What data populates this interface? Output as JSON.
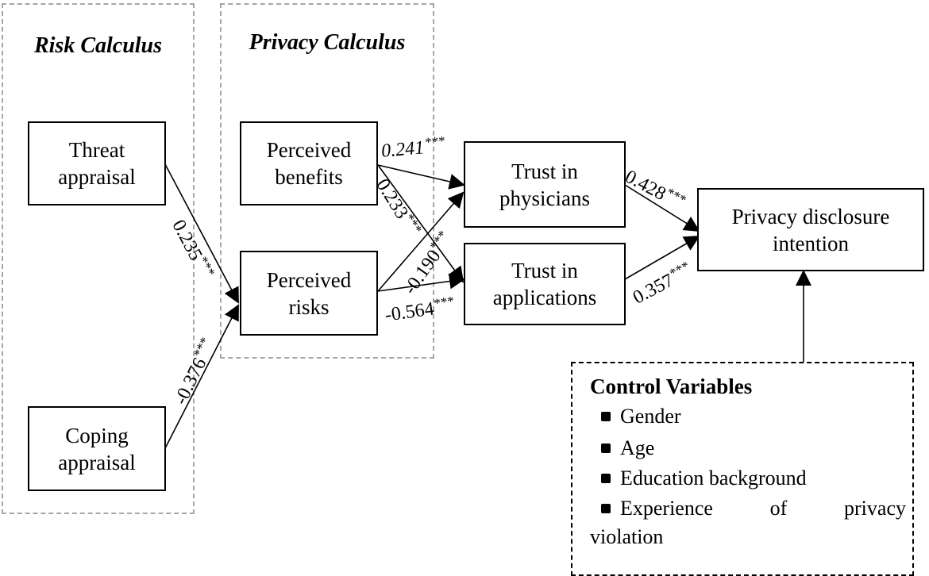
{
  "groups": {
    "risk_calculus": "Risk Calculus",
    "privacy_calculus": "Privacy Calculus"
  },
  "nodes": {
    "threat": [
      "Threat",
      "appraisal"
    ],
    "coping": [
      "Coping",
      "appraisal"
    ],
    "benefits": [
      "Perceived",
      "benefits"
    ],
    "risks": [
      "Perceived",
      "risks"
    ],
    "trust_physicians": [
      "Trust in",
      "physicians"
    ],
    "trust_applications": [
      "Trust in",
      "applications"
    ],
    "intention": [
      "Privacy disclosure",
      "intention"
    ]
  },
  "paths": [
    {
      "from": "threat",
      "to": "risks",
      "value": "0.235",
      "sig": "***"
    },
    {
      "from": "coping",
      "to": "risks",
      "value": "-0.376",
      "sig": "***"
    },
    {
      "from": "benefits",
      "to": "trust_physicians",
      "value": "0.241",
      "sig": "***"
    },
    {
      "from": "benefits",
      "to": "trust_applications",
      "value": "0.233",
      "sig": "***"
    },
    {
      "from": "risks",
      "to": "trust_physicians",
      "value": "-0.190",
      "sig": "***"
    },
    {
      "from": "risks",
      "to": "trust_applications",
      "value": "-0.564",
      "sig": "***"
    },
    {
      "from": "trust_physicians",
      "to": "intention",
      "value": "0.428",
      "sig": "***"
    },
    {
      "from": "trust_applications",
      "to": "intention",
      "value": "0.357",
      "sig": "***"
    }
  ],
  "controls": {
    "title": "Control Variables",
    "items": [
      "Gender",
      "Age",
      "Education background"
    ],
    "experience_words": [
      "Experience",
      "of",
      "privacy"
    ],
    "experience_cont": "violation"
  },
  "colors": {
    "group_border": "#a6a6a6",
    "line": "#000000"
  }
}
